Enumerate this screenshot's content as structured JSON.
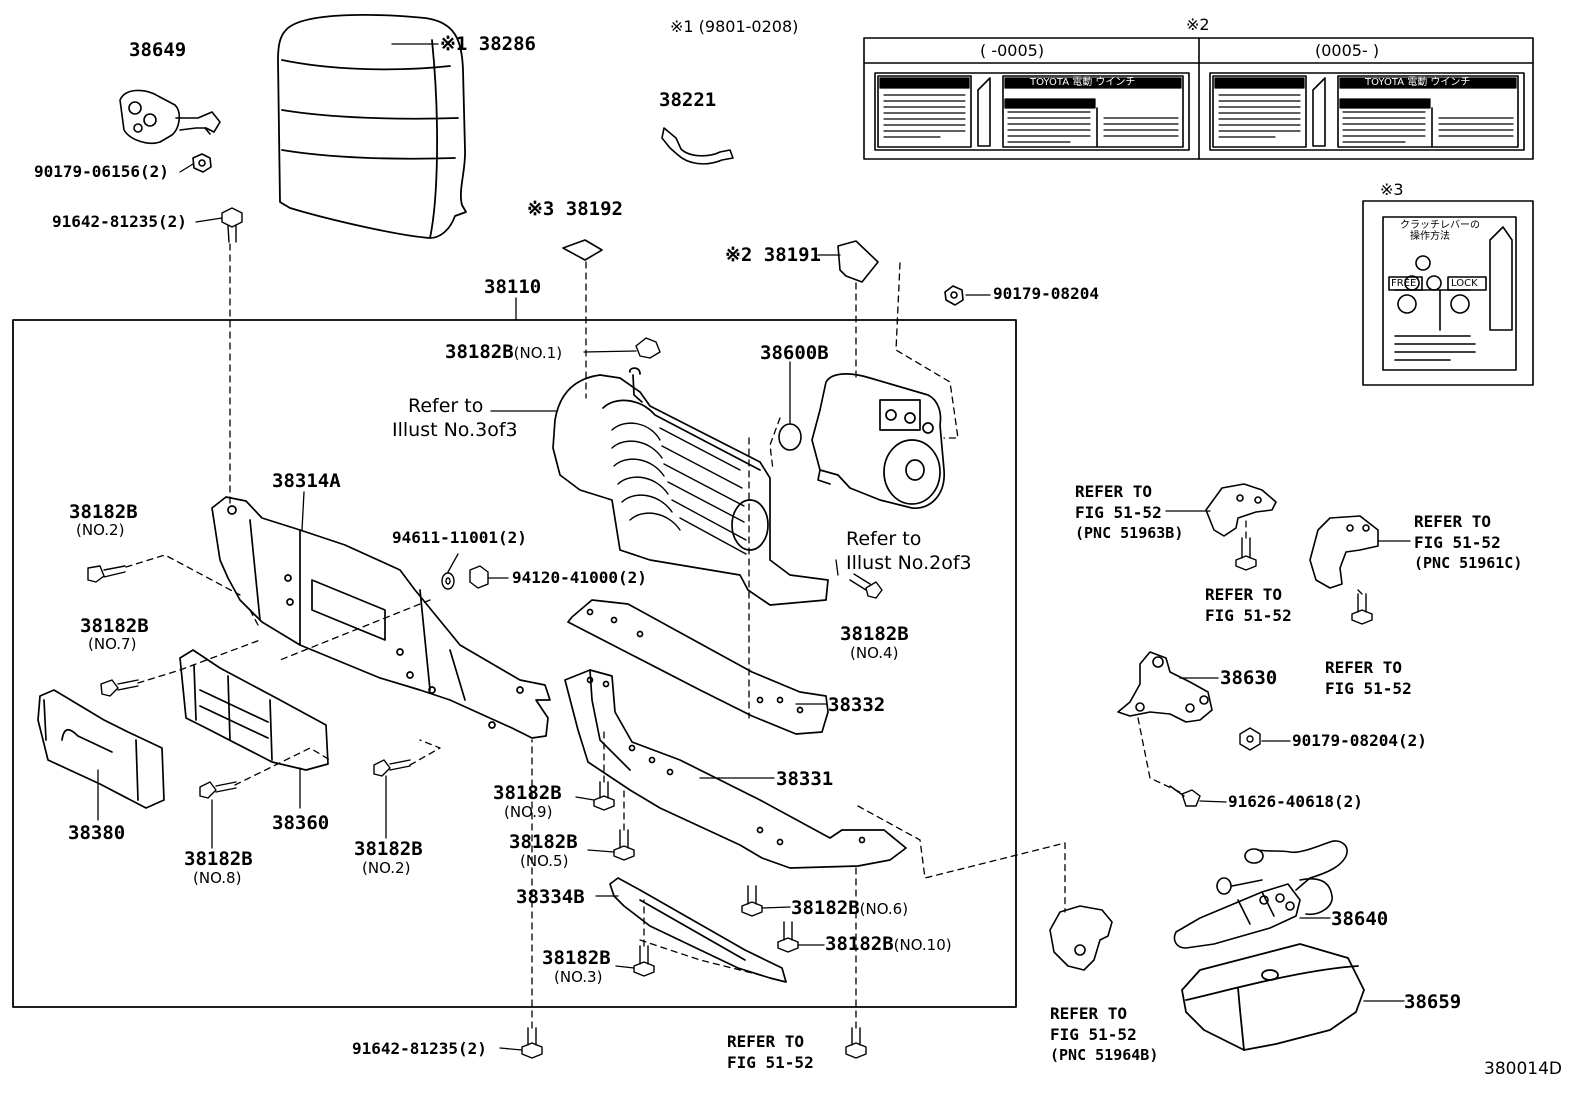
{
  "footer": {
    "diagram_code": "380014D"
  },
  "notes": {
    "n1": "※1 (9801-0208)",
    "n2": "※2",
    "n3": "※3",
    "table": {
      "col1": "(      -0005)",
      "col2": "(0005-      )"
    },
    "label3": {
      "top": "クラッチレバーの",
      "top2": "操作方法",
      "free": "FREE",
      "lock": "LOCK"
    },
    "label2": {
      "brand": "TOYOTA 電動 ウインチ"
    }
  },
  "parts": {
    "p38649": "38649",
    "p38286": "※1 38286",
    "p90179_06156": "90179-06156(2)",
    "p91642_top": "91642-81235(2)",
    "p38221": "38221",
    "p38192": "※3 38192",
    "p38191": "※2 38191",
    "p90179_08204a": "90179-08204",
    "p38110": "38110",
    "p38182b_no1": "38182B",
    "p38182b_no1_sub": "(NO.1)",
    "p38600b": "38600B",
    "refer3": "Refer to",
    "refer3b": "Illust No.3of3",
    "refer2": "Refer to",
    "refer2b": "Illust No.2of3",
    "p38314a": "38314A",
    "p38182b_no2a": "38182B",
    "p38182b_no2a_sub": "(NO.2)",
    "p94611": "94611-11001(2)",
    "p94120": "94120-41000(2)",
    "p38182b_no4": "38182B",
    "p38182b_no4_sub": "(NO.4)",
    "p38182b_no7": "38182B",
    "p38182b_no7_sub": "(NO.7)",
    "p38332": "38332",
    "p38331": "38331",
    "p38182b_no9": "38182B",
    "p38182b_no9_sub": "(NO.9)",
    "p38380": "38380",
    "p38360": "38360",
    "p38182b_no8": "38182B",
    "p38182b_no8_sub": "(NO.8)",
    "p38182b_no2b": "38182B",
    "p38182b_no2b_sub": "(NO.2)",
    "p38182b_no5": "38182B",
    "p38182b_no5_sub": "(NO.5)",
    "p38334b": "38334B",
    "p38182b_no6": "38182B",
    "p38182b_no6_sub": "(NO.6)",
    "p38182b_no10": "38182B",
    "p38182b_no10_sub": "(NO.10)",
    "p38182b_no3": "38182B",
    "p38182b_no3_sub": "(NO.3)",
    "p91642_bot": "91642-81235(2)",
    "p38630": "38630",
    "p90179_08204b": "90179-08204(2)",
    "p91626": "91626-40618(2)",
    "p38640": "38640",
    "p38659": "38659"
  },
  "refs": {
    "r51963": {
      "l1": "REFER TO",
      "l2": "FIG 51-52",
      "l3": "(PNC 51963B)"
    },
    "r51961": {
      "l1": "REFER TO",
      "l2": "FIG 51-52",
      "l3": "(PNC 51961C)"
    },
    "rfigA": {
      "l1": "REFER TO",
      "l2": "FIG 51-52"
    },
    "rfigB": {
      "l1": "REFER TO",
      "l2": "FIG 51-52"
    },
    "r51964": {
      "l1": "REFER TO",
      "l2": "FIG 51-52",
      "l3": "(PNC 51964B)"
    },
    "rfigC": {
      "l1": "REFER TO",
      "l2": "FIG 51-52"
    }
  }
}
